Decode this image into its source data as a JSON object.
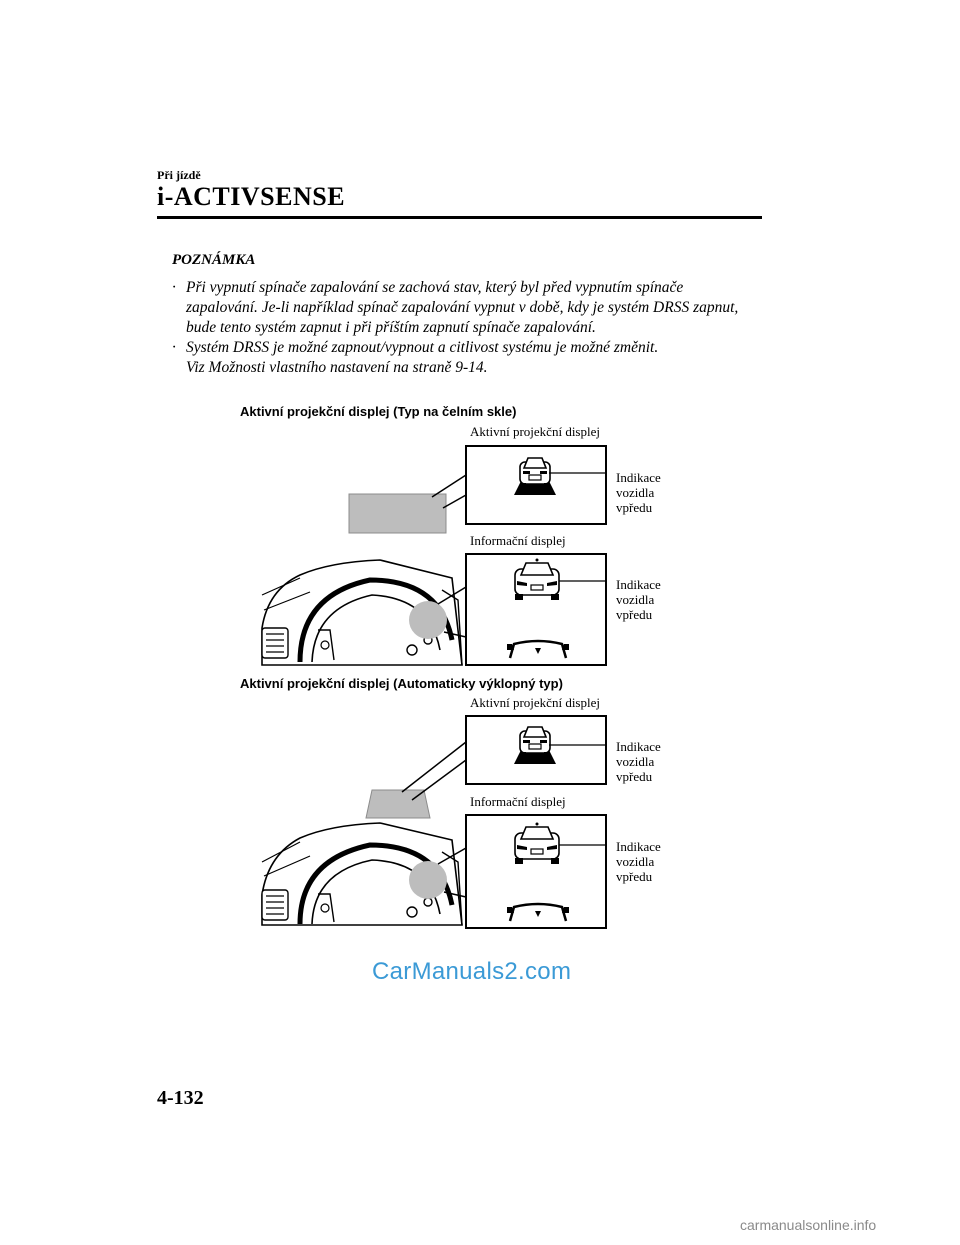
{
  "header": {
    "section": "Při jízdě",
    "title": "i-ACTIVSENSE"
  },
  "note": {
    "heading": "POZNÁMKA",
    "bullets": [
      "Při vypnutí spínače zapalování se zachová stav, který byl před vypnutím spínače\nzapalování. Je-li například spínač zapalování vypnut v době, kdy je systém DRSS zapnut,\nbude tento systém zapnut i při příštím zapnutí spínače zapalování.",
      "Systém DRSS je možné zapnout/vypnout a citlivost systému je možné změnit.\nViz Možnosti vlastního nastavení na straně 9-14."
    ]
  },
  "figures": [
    {
      "caption": "Aktivní projekční displej (Typ na čelním skle)",
      "hud_label": "Aktivní projekční displej",
      "info_label": "Informační displej",
      "indicator_label": [
        "Indikace",
        "vozidla",
        "vpředu"
      ]
    },
    {
      "caption": "Aktivní projekční displej (Automaticky výklopný typ)",
      "hud_label": "Aktivní projekční displej",
      "info_label": "Informační displej",
      "indicator_label": [
        "Indikace",
        "vozidla",
        "vpředu"
      ]
    }
  ],
  "footer": {
    "watermark": "CarManuals2.com",
    "page_number": "4-132",
    "site": "carmanualsonline.info"
  },
  "colors": {
    "rule": "#000000",
    "hud_gray": "#bdbdbd",
    "watermark": "#3b9ad6",
    "site_gray": "#8a8a8a"
  }
}
